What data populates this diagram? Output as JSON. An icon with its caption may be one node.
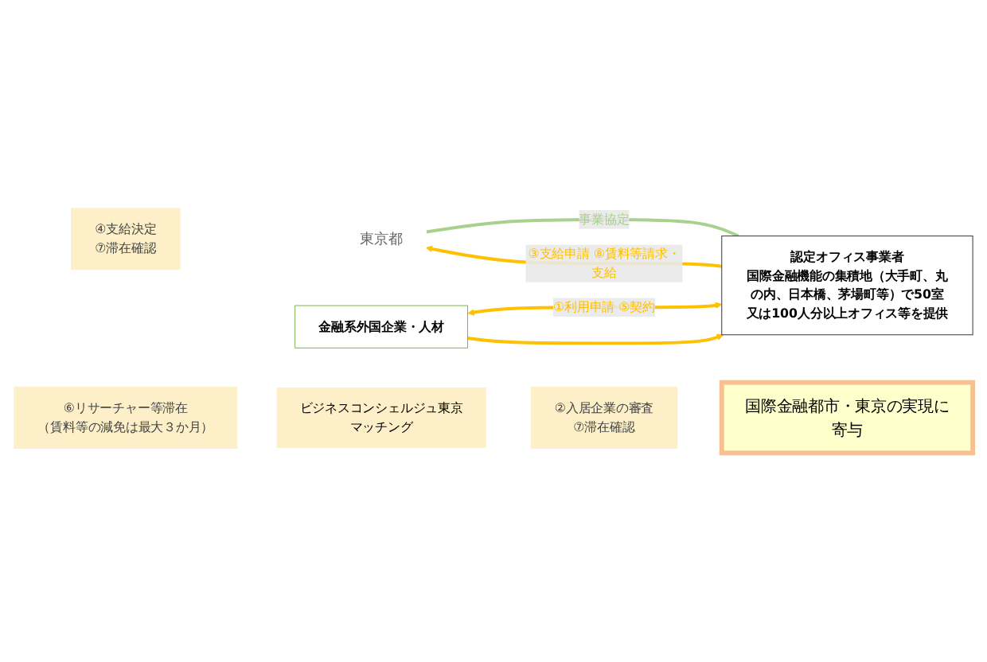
{
  "diagram": {
    "nodes": [
      {
        "text": [
          "東京都"
        ]
      },
      {
        "text": [
          "④支給決定",
          "⑦滞在確認"
        ]
      },
      {
        "text": [
          "認定オフィス事業者",
          "国際金融機能の集積地（大手町、丸の内、日本橋、茅場町等）で50室又は100人分以上オフィス等を提供"
        ]
      },
      {
        "text": [
          "金融系外国企業・人材"
        ]
      },
      {
        "text": [
          "⑥リサーチャー等滞在",
          "（賃料等の減免は最大３か月）"
        ]
      },
      {
        "text": [
          "ビジネスコンシェルジュ東京",
          "マッチング"
        ]
      },
      {
        "text": [
          "②入居企業の審査",
          "⑦滞在確認"
        ]
      },
      {
        "text": [
          "国際金融都市・東京の実現に寄与"
        ]
      }
    ],
    "edges": [
      {
        "from": 0,
        "to": 2,
        "arrow": "none",
        "label": "事業協定",
        "color": "#a9d18e"
      },
      {
        "from": 2,
        "to": 0,
        "arrow": "to",
        "label": "③支給申請 ⑧賃料等請求・支給"
      },
      {
        "from": 3,
        "to": 2,
        "arrow": "both",
        "label": "①利用申請 ⑤契約"
      },
      {
        "from": 3,
        "to": 2,
        "arrow": "to"
      }
    ]
  }
}
